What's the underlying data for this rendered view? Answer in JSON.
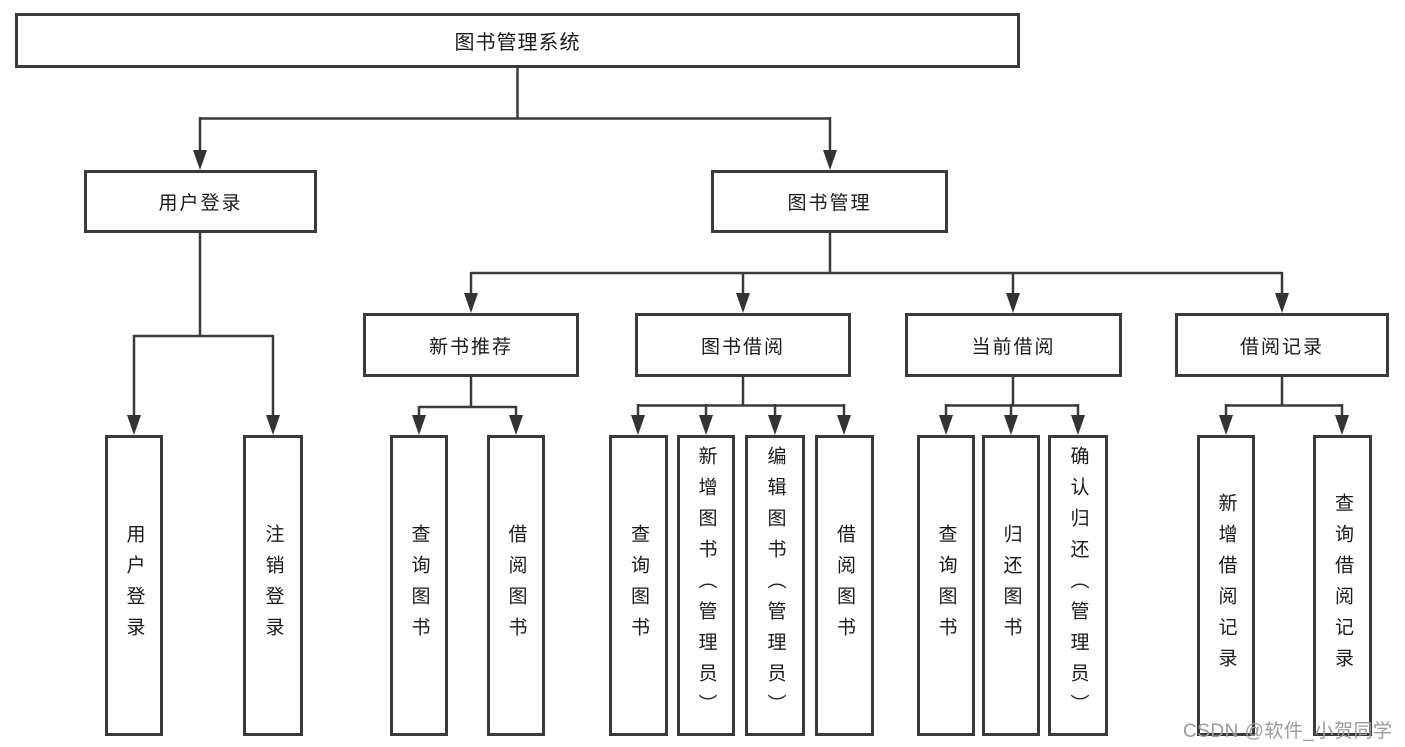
{
  "tree": {
    "label": "图书管理系统",
    "children": [
      {
        "label": "用户登录",
        "children": [
          {
            "label": "用户登录"
          },
          {
            "label": "注销登录"
          }
        ]
      },
      {
        "label": "图书管理",
        "children": [
          {
            "label": "新书推荐",
            "children": [
              {
                "label": "查询图书"
              },
              {
                "label": "借阅图书"
              }
            ]
          },
          {
            "label": "图书借阅",
            "children": [
              {
                "label": "查询图书"
              },
              {
                "label": "新增图书（管理员）"
              },
              {
                "label": "编辑图书（管理员）"
              },
              {
                "label": "借阅图书"
              }
            ]
          },
          {
            "label": "当前借阅",
            "children": [
              {
                "label": "查询图书"
              },
              {
                "label": "归还图书"
              },
              {
                "label": "确认归还（管理员）"
              }
            ]
          },
          {
            "label": "借阅记录",
            "children": [
              {
                "label": "新增借阅记录"
              },
              {
                "label": "查询借阅记录"
              }
            ]
          }
        ]
      }
    ]
  },
  "watermark": "CSDN @软件_小贺同学",
  "colors": {
    "line": "#3a3a3a",
    "box_border": "#3a3a3a",
    "text": "#1a1a1a",
    "watermark": "#9b9b9b",
    "background": "#ffffff"
  }
}
